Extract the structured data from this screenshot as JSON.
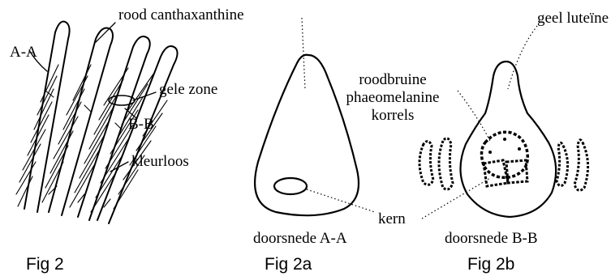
{
  "labels": {
    "rood_canthaxanthine": "rood canthaxanthine",
    "aa": "A-A",
    "gele_zone": "gele zone",
    "bb": "B-B",
    "kleurloos": "kleurloos",
    "geel_luteine": "geel luteïne",
    "roodbruine": "roodbruine",
    "phaeomelanine": "phaeomelanine",
    "korrels": "korrels",
    "kern": "kern",
    "doorsnede_aa": "doorsnede A-A",
    "doorsnede_bb": "doorsnede B-B"
  },
  "captions": {
    "fig2": "Fig 2",
    "fig2a": "Fig 2a",
    "fig2b": "Fig 2b"
  }
}
